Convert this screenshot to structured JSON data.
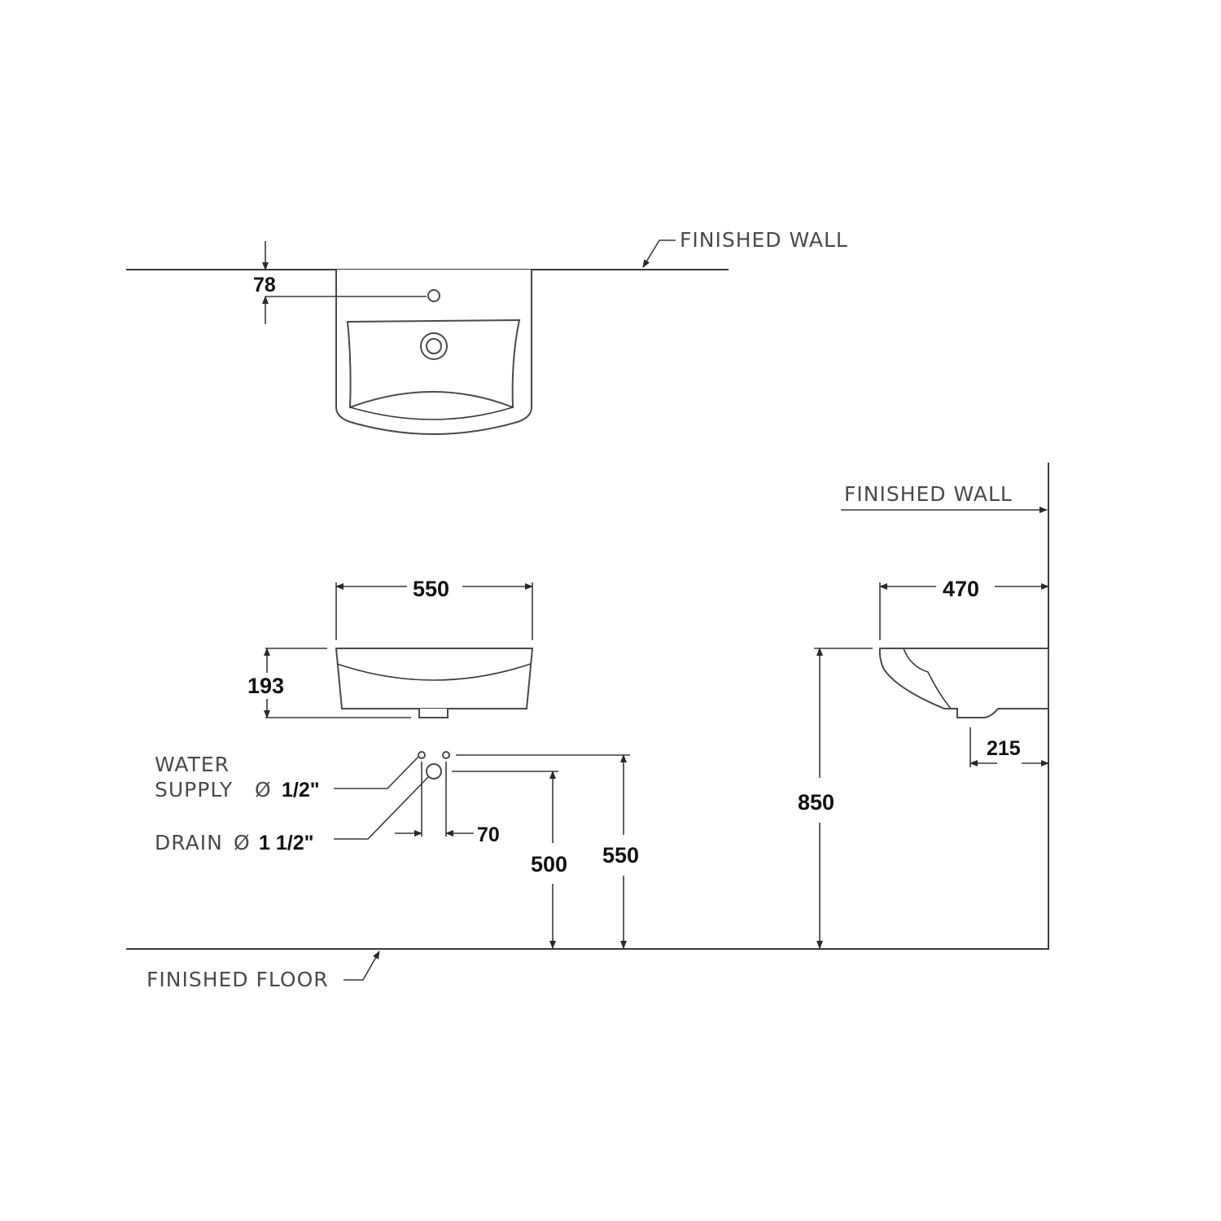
{
  "labels": {
    "finished_wall_top": "FINISHED  WALL",
    "finished_wall_side": "FINISHED  WALL",
    "finished_floor": "FINISHED  FLOOR",
    "water_line1": "WATER",
    "water_line2": "SUPPLY",
    "water_size": "1/2\"",
    "drain": "DRAIN",
    "drain_size": "1  1/2\"",
    "diameter_symbol": "Ø"
  },
  "dimensions": {
    "tap_hole_offset": "78",
    "basin_width": "550",
    "basin_height": "193",
    "basin_depth": "470",
    "drain_offset_side": "215",
    "rim_height": "850",
    "drain_height": "500",
    "supply_height": "550",
    "supply_spacing": "70"
  }
}
